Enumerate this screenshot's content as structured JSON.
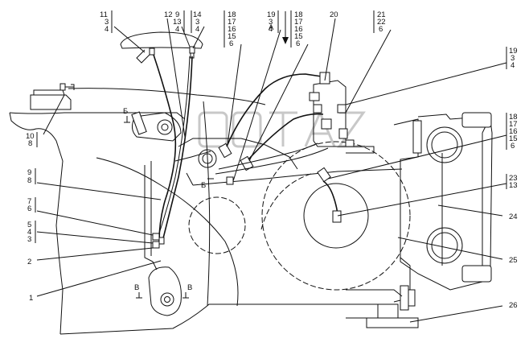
{
  "diagram": {
    "view_marker": "A",
    "section_marks": {
      "b_top": "Б",
      "b_mid": "Б",
      "v_left": "В",
      "v_right": "В"
    },
    "callouts": {
      "c11": [
        "11",
        "3",
        "4"
      ],
      "c12": [
        "12"
      ],
      "c9_13": [
        "9",
        "13",
        "4"
      ],
      "c14": [
        "14",
        "3",
        "4"
      ],
      "c18a": [
        "18",
        "17",
        "16",
        "15",
        "6"
      ],
      "c19a": [
        "19",
        "3",
        "4"
      ],
      "c18b": [
        "18",
        "17",
        "16",
        "15",
        "6"
      ],
      "c20": [
        "20"
      ],
      "c21": [
        "21",
        "22",
        "6"
      ],
      "c19b": [
        "19",
        "3",
        "4"
      ],
      "c10": [
        "10",
        "8"
      ],
      "c18c": [
        "18",
        "17",
        "16",
        "15",
        "6"
      ],
      "c9_8": [
        "9",
        "8"
      ],
      "c7": [
        "7",
        "6"
      ],
      "c5": [
        "5",
        "4",
        "3"
      ],
      "c2": [
        "2"
      ],
      "c1": [
        "1"
      ],
      "c23": [
        "23",
        "13"
      ],
      "c24": [
        "24"
      ],
      "c25": [
        "25"
      ],
      "c26": [
        "26"
      ]
    }
  }
}
